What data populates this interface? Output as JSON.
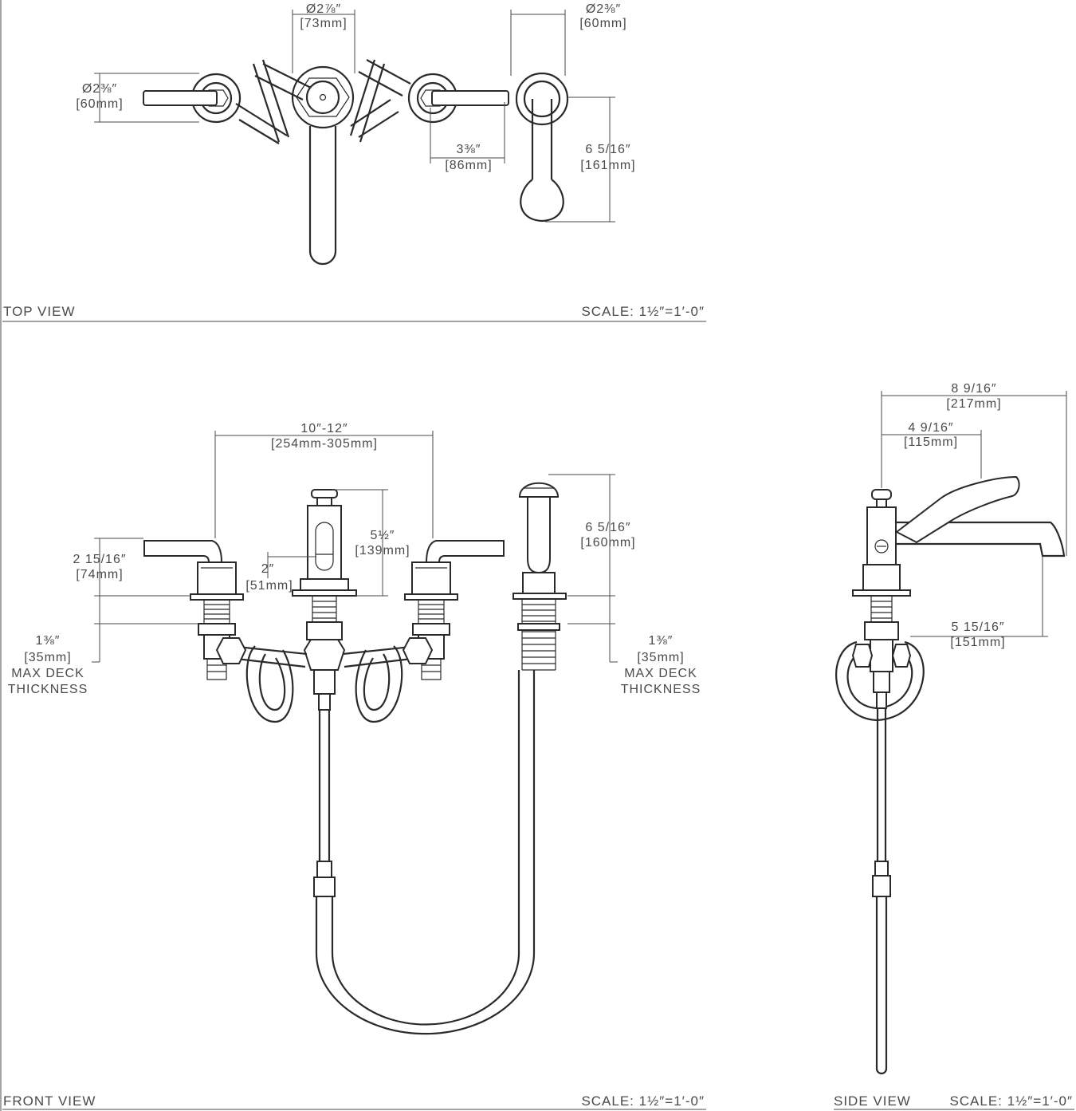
{
  "views": {
    "top": {
      "title": "TOP VIEW",
      "scale": "SCALE: 1½″=1′-0″"
    },
    "front": {
      "title": "FRONT VIEW",
      "scale": "SCALE: 1½″=1′-0″"
    },
    "side": {
      "title": "SIDE VIEW",
      "scale": "SCALE: 1½″=1′-0″"
    }
  },
  "top_dims": {
    "spout_dia": {
      "imperial": "Ø2⅞″",
      "metric": "[73mm]"
    },
    "spray_dia": {
      "imperial": "Ø2⅜″",
      "metric": "[60mm]"
    },
    "handle_dia": {
      "imperial": "Ø2⅜″",
      "metric": "[60mm]"
    },
    "offset": {
      "imperial": "3⅜″",
      "metric": "[86mm]"
    },
    "spray_length": {
      "imperial": "6 5/16″",
      "metric": "[161mm]"
    }
  },
  "front_dims": {
    "spread": {
      "imperial": "10″-12″",
      "metric": "[254mm-305mm]"
    },
    "spout_height": {
      "imperial": "5½″",
      "metric": "[139mm]"
    },
    "spray_height": {
      "imperial": "6 5/16″",
      "metric": "[160mm]"
    },
    "handle_height": {
      "imperial": "2 15/16″",
      "metric": "[74mm]"
    },
    "window": {
      "imperial": "2″",
      "metric": "[51mm]"
    },
    "deck_left": {
      "imperial": "1⅜″",
      "metric": "[35mm]",
      "line1": "MAX DECK",
      "line2": "THICKNESS"
    },
    "deck_right": {
      "imperial": "1⅜″",
      "metric": "[35mm]",
      "line1": "MAX DECK",
      "line2": "THICKNESS"
    }
  },
  "side_dims": {
    "overall": {
      "imperial": "8 9/16″",
      "metric": "[217mm]"
    },
    "spray_reach": {
      "imperial": "4 9/16″",
      "metric": "[115mm]"
    },
    "spout_height": {
      "imperial": "5 15/16″",
      "metric": "[151mm]"
    }
  }
}
